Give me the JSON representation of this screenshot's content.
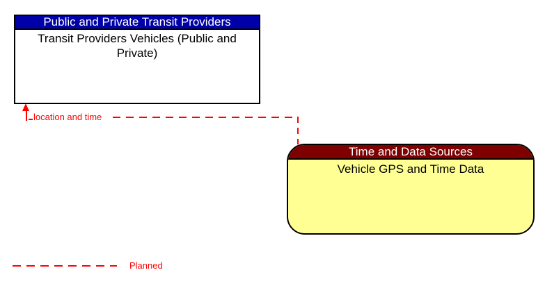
{
  "colors": {
    "header_blue": "#0000A8",
    "header_maroon": "#7E0000",
    "body_yellow": "#FFFF94",
    "line_red": "#FF0000",
    "border_black": "#000000"
  },
  "boxes": {
    "transit_providers": {
      "header": "Public and Private Transit Providers",
      "body": "Transit Providers Vehicles (Public and Private)"
    },
    "time_data_sources": {
      "header": "Time and Data Sources",
      "body": "Vehicle GPS and Time Data"
    }
  },
  "flow": {
    "label": "location and time"
  },
  "legend": {
    "label": "Planned"
  }
}
